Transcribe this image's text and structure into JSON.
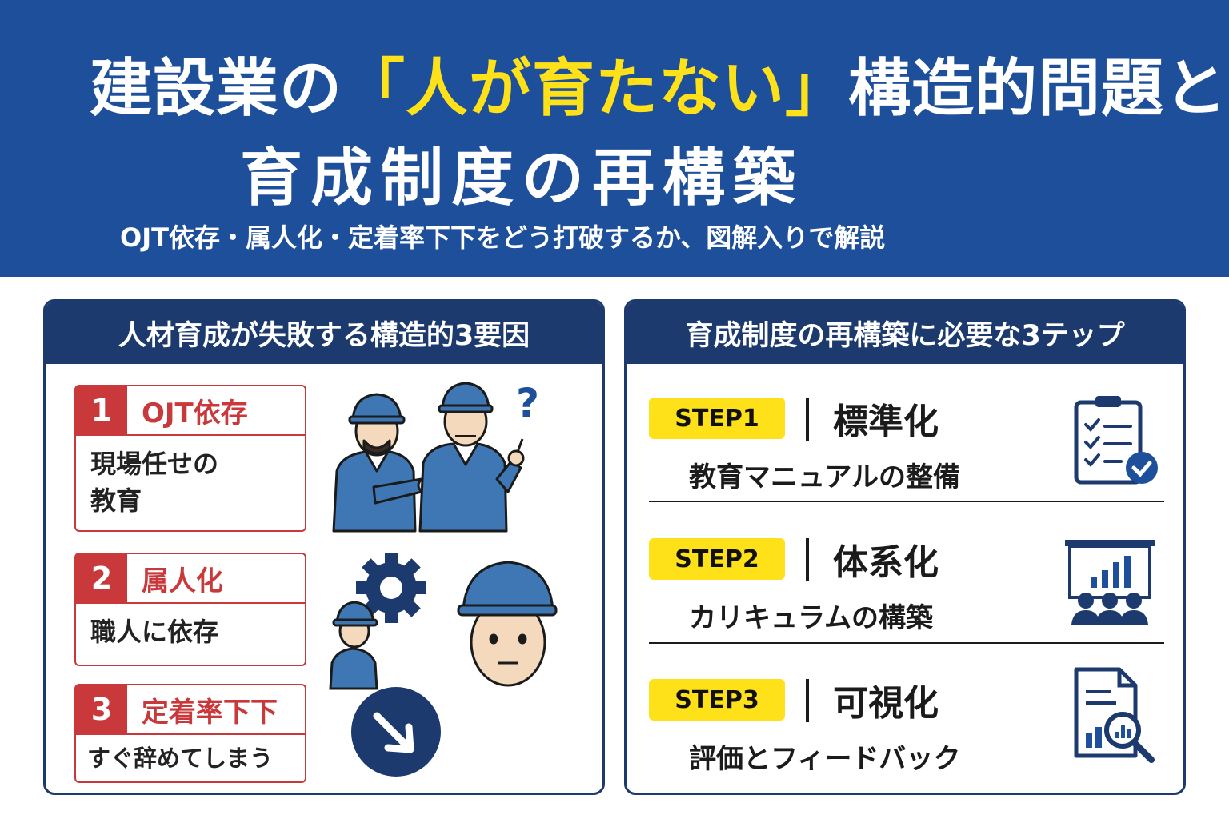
{
  "header": {
    "title_pre": "建設業の",
    "title_highlight": "「人が育たない」",
    "title_post": "構造的問題と",
    "title_line2": "育成制度の再構築",
    "subtitle": "OJT依存・属人化・定着率下下をどう打破するか、図解入りで解説"
  },
  "left_panel": {
    "heading": "人材育成が失敗する構造的3要因",
    "factors": [
      {
        "number": "1",
        "label": "OJT依存",
        "line1": "現場任せの",
        "line2": "教育"
      },
      {
        "number": "2",
        "label": "属人化",
        "line1": "職人に依存",
        "line2": ""
      },
      {
        "number": "3",
        "label": "定着率下下",
        "line1": "すぐ辞めてしまう",
        "line2": ""
      }
    ],
    "question_mark": "?"
  },
  "right_panel": {
    "heading": "育成制度の再構築に必要な3テップ",
    "steps": [
      {
        "badge": "STEP1",
        "title": "標準化",
        "desc": "教育マニュアルの整備",
        "icon": "checklist-icon"
      },
      {
        "badge": "STEP2",
        "title": "体系化",
        "desc": "カリキュラムの構築",
        "icon": "presentation-icon"
      },
      {
        "badge": "STEP3",
        "title": "可視化",
        "desc": "評価とフィードバック",
        "icon": "document-search-icon"
      }
    ]
  },
  "colors": {
    "header_blue": "#1e4f9a",
    "navy": "#1c3a6e",
    "highlight_yellow": "#ffe11a",
    "factor_red": "#c9383a",
    "worker_blue": "#3f77b5"
  }
}
